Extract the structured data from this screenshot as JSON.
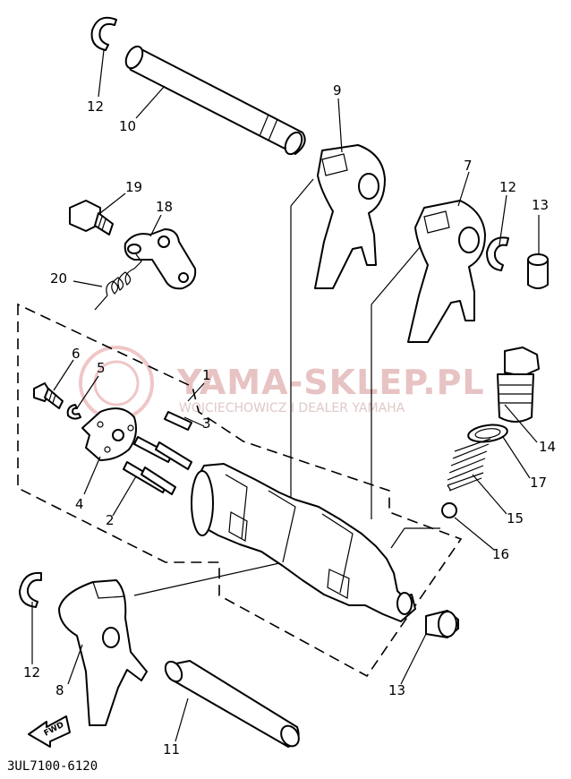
{
  "watermark": {
    "title": "YAMA-SKLEP.PL",
    "subtitle": "WOJCIECHOWICZ I DEALER YAMAHA"
  },
  "diagram_code": "3UL7100-6120",
  "fwd_label": "FWD",
  "callouts": {
    "c1": "1",
    "c2": "2",
    "c3": "3",
    "c4": "4",
    "c5": "5",
    "c6": "6",
    "c7": "7",
    "c8": "8",
    "c9": "9",
    "c10": "10",
    "c11": "11",
    "c12a": "12",
    "c12b": "12",
    "c12c": "12",
    "c13a": "13",
    "c13b": "13",
    "c14": "14",
    "c15": "15",
    "c16": "16",
    "c17": "17",
    "c18": "18",
    "c19": "19",
    "c20": "20"
  }
}
